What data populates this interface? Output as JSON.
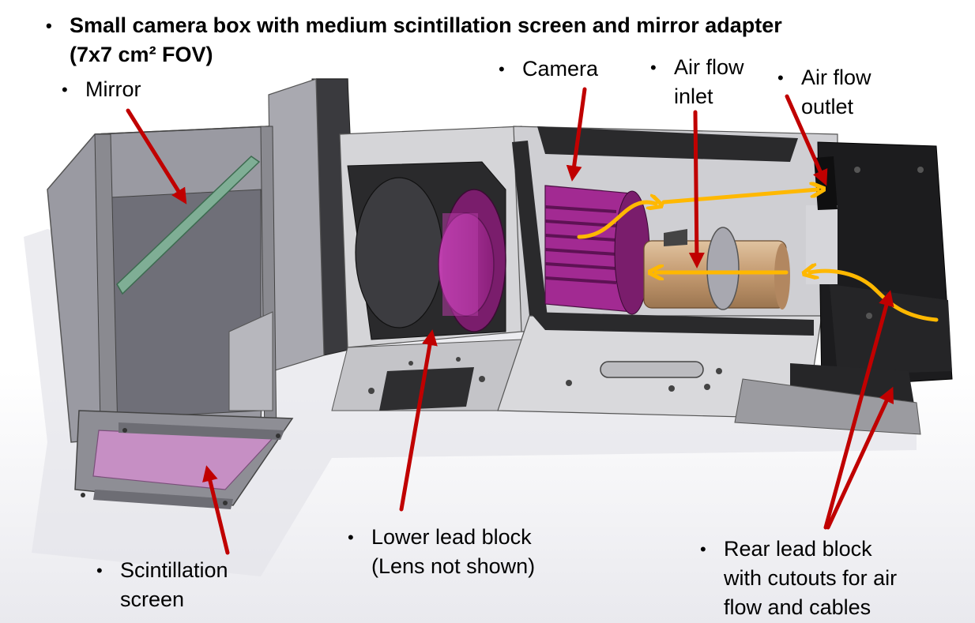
{
  "title": {
    "line1": "Small camera box with medium scintillation screen and mirror adapter",
    "line2": "(7x7 cm² FOV)"
  },
  "labels": {
    "mirror": "Mirror",
    "camera": "Camera",
    "air_flow_inlet_1": "Air flow",
    "air_flow_inlet_2": "inlet",
    "air_flow_outlet_1": "Air flow",
    "air_flow_outlet_2": "outlet",
    "lower_lead_1": "Lower lead block",
    "lower_lead_2": "(Lens not shown)",
    "scint_1": "Scintillation",
    "scint_2": "screen",
    "rear_lead_1": "Rear lead block",
    "rear_lead_2": "with cutouts for air",
    "rear_lead_3": "flow and cables"
  },
  "bullet": "•",
  "colors": {
    "arrow_red": "#c00000",
    "airflow_orange": "#ffb800",
    "camera_magenta": "#b0309a",
    "lead_black": "#1a1a1a",
    "steel_gray": "#8c8c8c",
    "steel_light": "#d0d0d0",
    "lens_tan": "#c8a27a"
  }
}
